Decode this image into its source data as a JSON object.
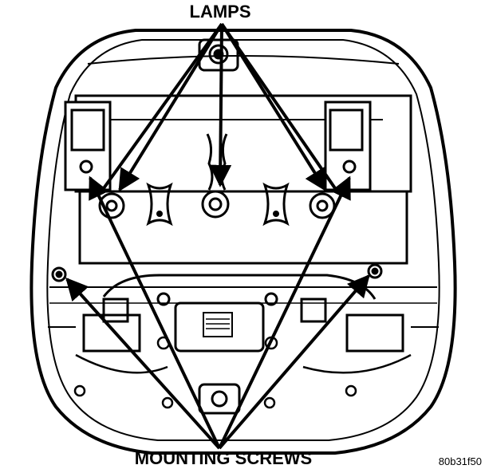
{
  "labels": {
    "top": "LAMPS",
    "bottom": "MOUNTING SCREWS",
    "figure_code": "80b31f50"
  },
  "colors": {
    "ink": "#000000",
    "paper": "#ffffff"
  }
}
